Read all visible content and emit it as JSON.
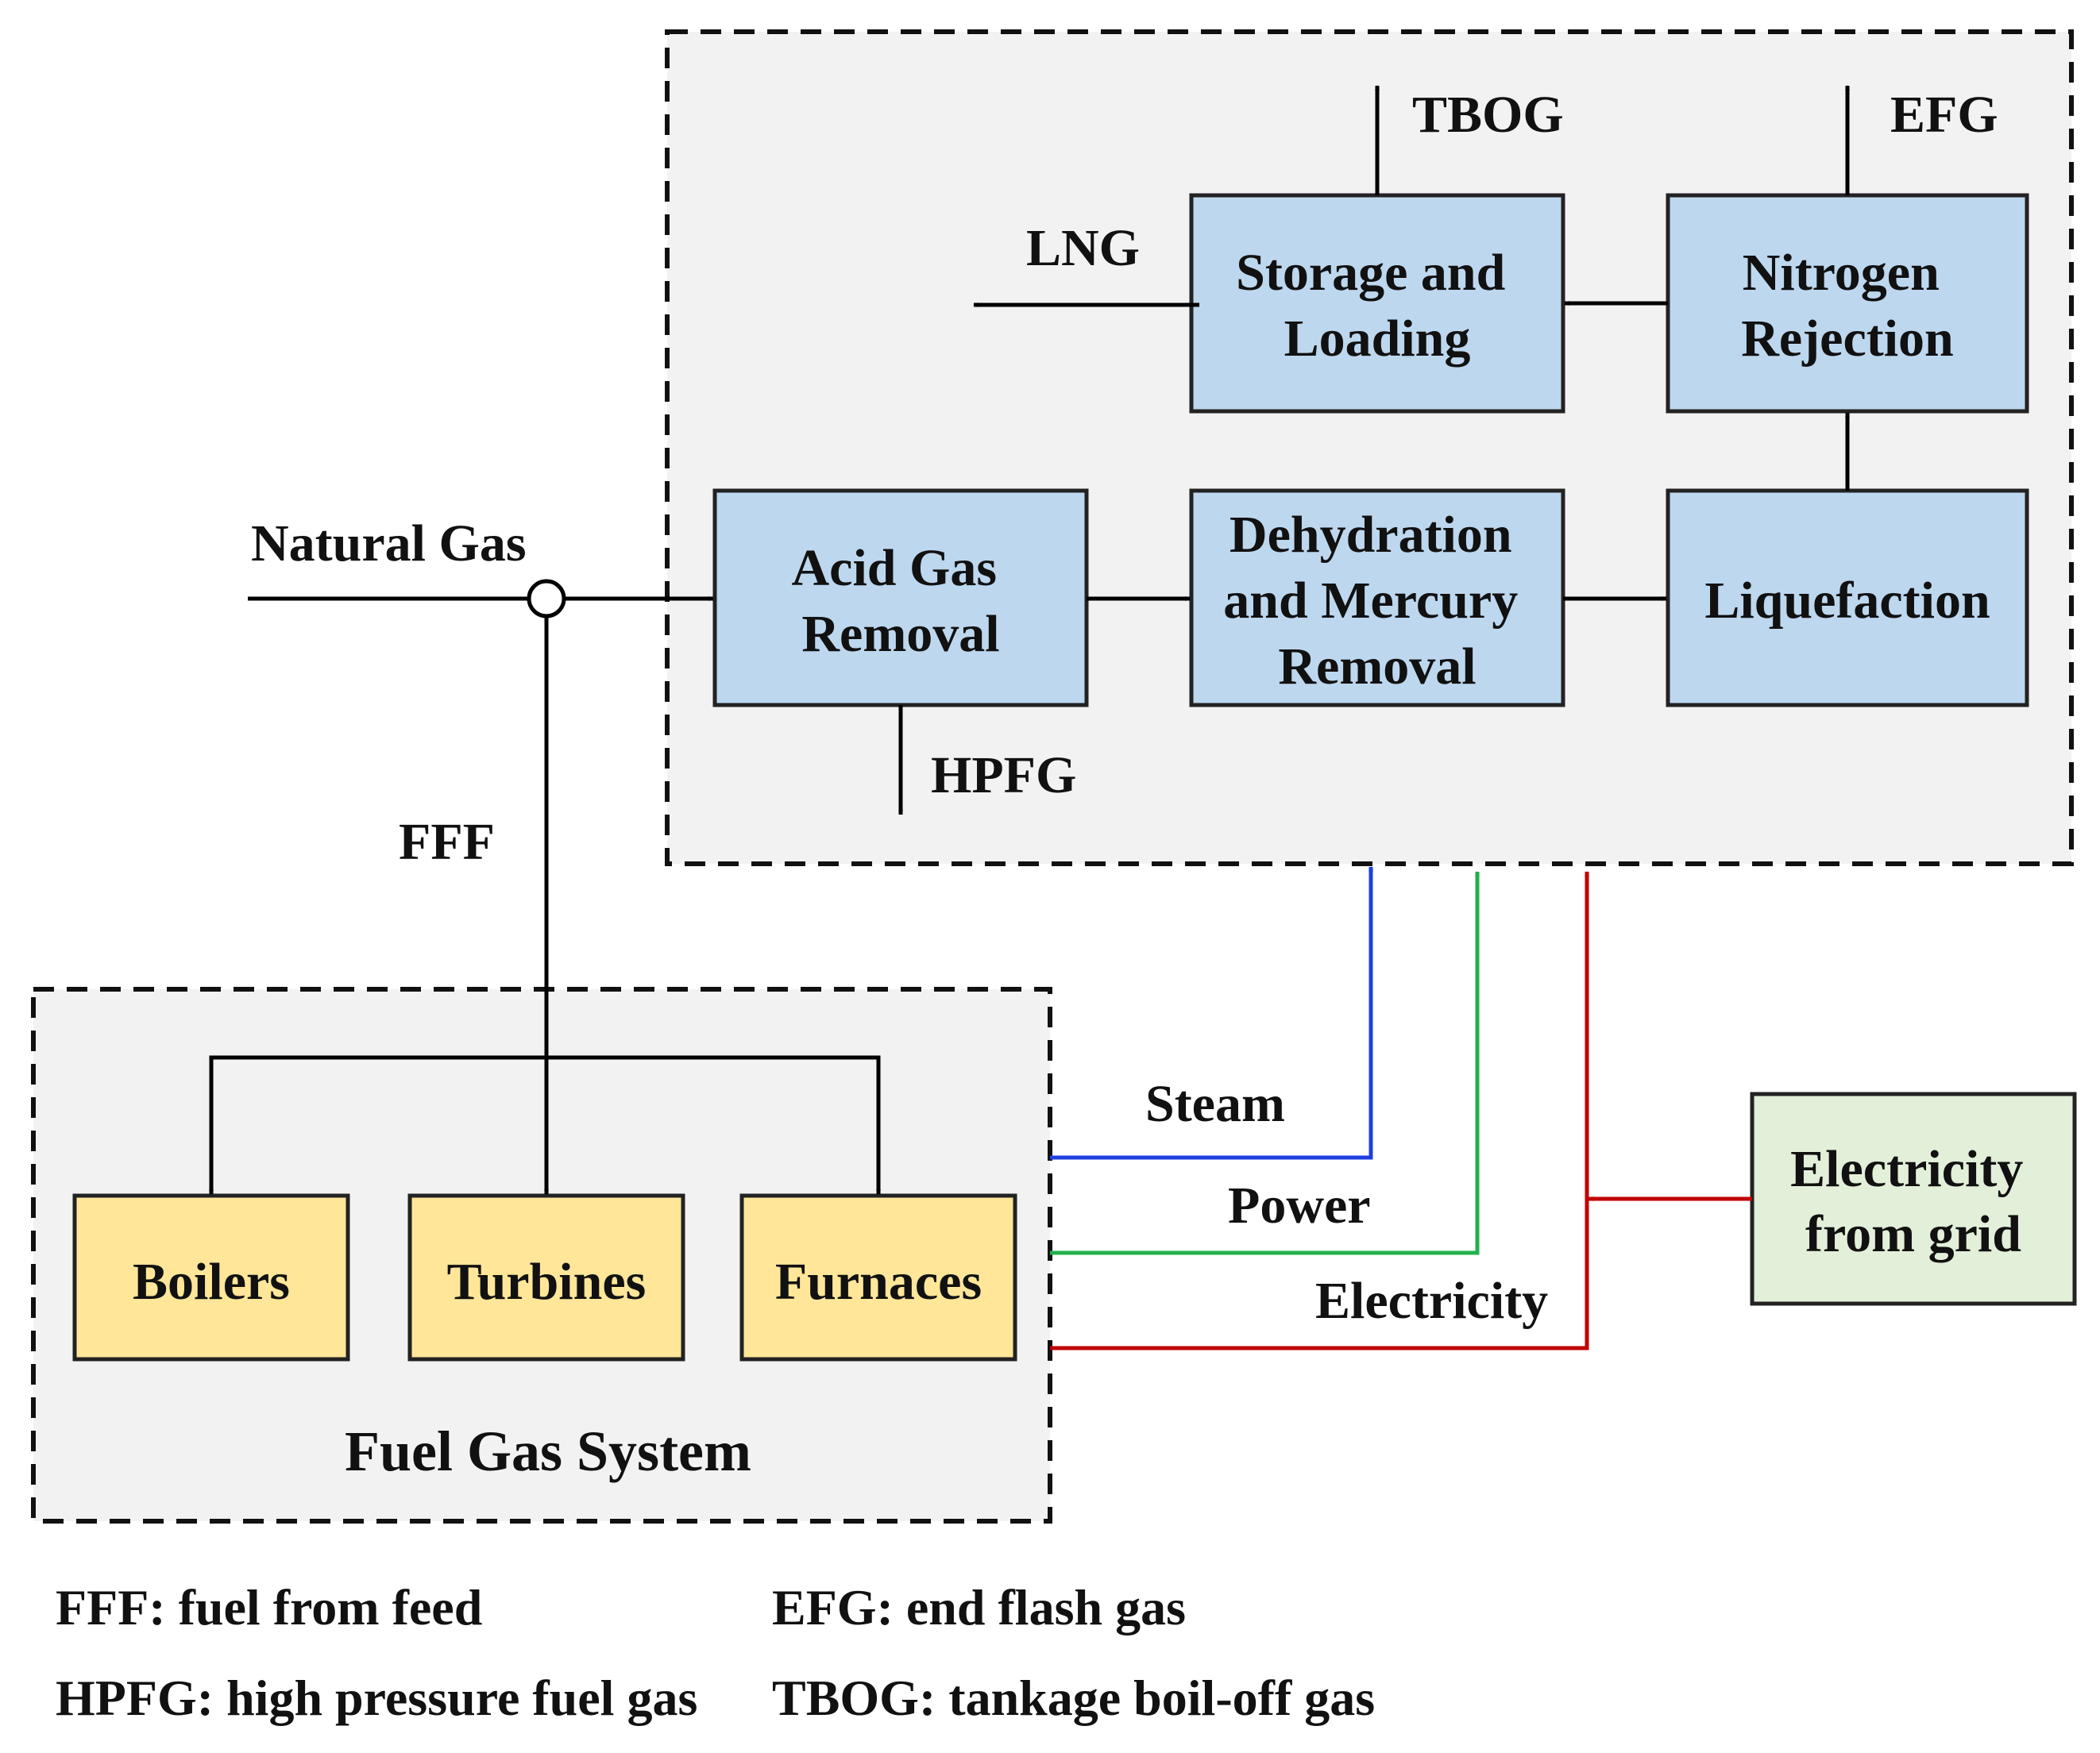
{
  "colors": {
    "process_box": "#bdd7ee",
    "fuel_box": "#ffe699",
    "grid_box": "#e2efd9",
    "region_bg": "#f2f2f2",
    "line": "#000000",
    "steam": "#1f3fdf",
    "power": "#22b04b",
    "electricity": "#c00000"
  },
  "boxes": {
    "acid_gas": [
      "Acid Gas",
      "Removal"
    ],
    "dehydration": [
      "Dehydration",
      "and Mercury",
      "Removal"
    ],
    "liquefaction": [
      "Liquefaction"
    ],
    "nitrogen": [
      "Nitrogen",
      "Rejection"
    ],
    "storage": [
      "Storage and",
      "Loading"
    ],
    "boilers": [
      "Boilers"
    ],
    "turbines": [
      "Turbines"
    ],
    "furnaces": [
      "Furnaces"
    ],
    "grid": [
      "Electricity",
      "from grid"
    ]
  },
  "labels": {
    "natural_gas": "Natural Gas",
    "fff": "FFF",
    "hpfg": "HPFG",
    "lng": "LNG",
    "tbog": "TBOG",
    "efg": "EFG",
    "steam": "Steam",
    "power": "Power",
    "electricity": "Electricity",
    "fuel_gas_system": "Fuel Gas System"
  },
  "legend": [
    "FFF: fuel from feed",
    "EFG: end flash gas",
    "HPFG: high pressure fuel gas",
    "TBOG: tankage boil-off gas"
  ]
}
